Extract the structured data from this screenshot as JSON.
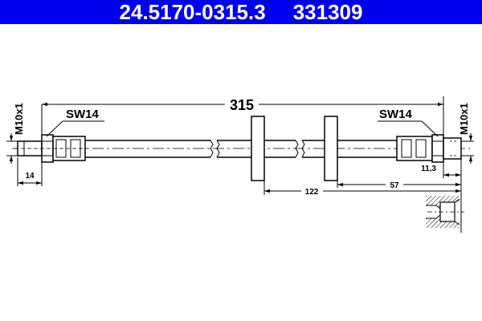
{
  "title_bar": {
    "part_number": "24.5170-0315.3",
    "ref_number": "331309",
    "background": "#0000ee",
    "text_color": "#ffffff"
  },
  "drawing": {
    "overall_length": "315",
    "left_wrench_size": "SW14",
    "right_wrench_size": "SW14",
    "left_thread": "M10x1",
    "right_thread": "M10x1",
    "left_fitting_length": "14",
    "right_fitting_length": "11,3",
    "bracket_to_end_1": "122",
    "bracket_to_end_2": "57"
  }
}
